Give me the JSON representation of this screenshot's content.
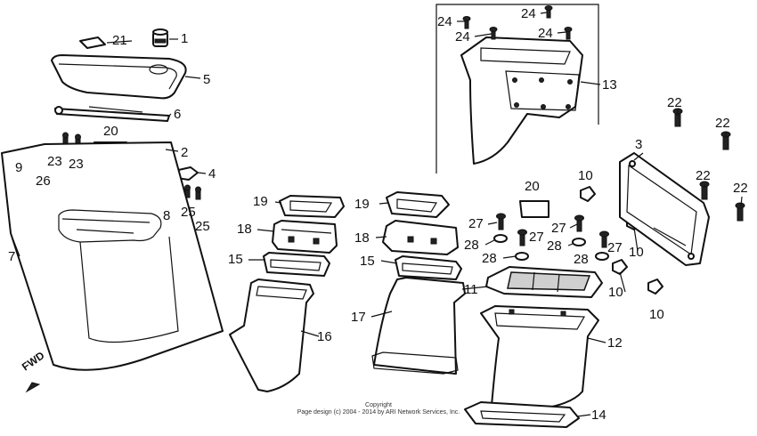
{
  "diagram": {
    "labels": [
      "21",
      "1",
      "5",
      "6",
      "20",
      "2",
      "23",
      "23",
      "4",
      "9",
      "26",
      "8",
      "25",
      "25",
      "7",
      "19",
      "18",
      "15",
      "16",
      "17",
      "19",
      "18",
      "15",
      "11",
      "20",
      "27",
      "27",
      "27",
      "27",
      "28",
      "28",
      "28",
      "28",
      "10",
      "10",
      "10",
      "10",
      "12",
      "14",
      "24",
      "24",
      "24",
      "24",
      "13",
      "22",
      "22",
      "22",
      "22",
      "3"
    ],
    "direction_marker": "FWD",
    "footer": [
      "Copyright",
      "Page design (c) 2004 - 2014 by ARI Network Services, Inc."
    ]
  }
}
